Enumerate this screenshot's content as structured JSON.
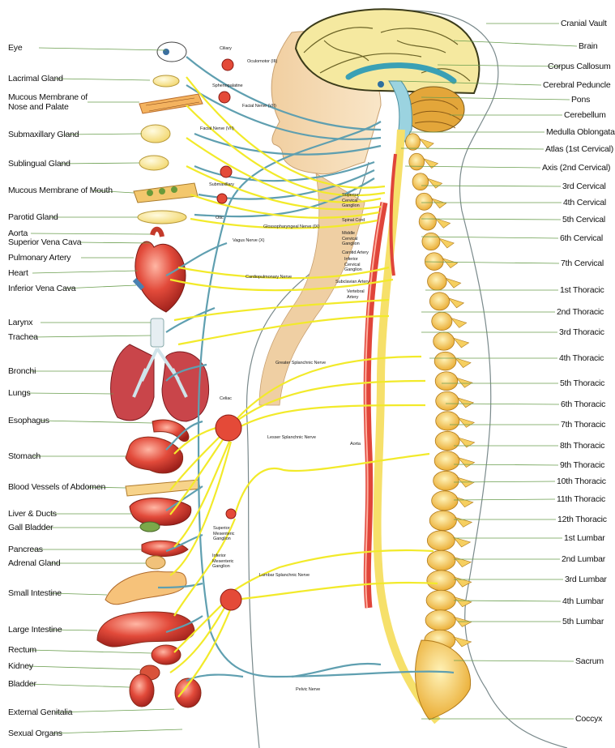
{
  "left_labels": [
    "Eye",
    "Lacrimal Gland",
    "Mucous Membrane of Nose and Palate",
    "Submaxillary Gland",
    "Sublingual Gland",
    "Mucous Membrane of Mouth",
    "Parotid Gland",
    "Aorta",
    "Superior Vena Cava",
    "Pulmonary Artery",
    "Heart",
    "Inferior Vena Cava",
    "Larynx",
    "Trachea",
    "Bronchi",
    "Lungs",
    "Esophagus",
    "Stomach",
    "Blood Vessels of Abdomen",
    "Liver & Ducts",
    "Gall Bladder",
    "Pancreas",
    "Adrenal Gland",
    "Small Intestine",
    "Large Intestine",
    "Rectum",
    "Kidney",
    "Bladder",
    "External Genitalia",
    "Sexual Organs"
  ],
  "right_labels": [
    "Cranial Vault",
    "Brain",
    "Corpus Callosum",
    "Cerebral Peduncle",
    "Pons",
    "Cerebellum",
    "Medulla Oblongata",
    "Atlas (1st Cervical)",
    "Axis (2nd Cervical)",
    "3rd Cervical",
    "4th Cervical",
    "5th Cervical",
    "6th Cervical",
    "7th Cervical",
    "1st Thoracic",
    "2nd Thoracic",
    "3rd Thoracic",
    "4th Thoracic",
    "5th Thoracic",
    "6th Thoracic",
    "7th Thoracic",
    "8th Thoracic",
    "9th Thoracic",
    "10th Thoracic",
    "11th Thoracic",
    "12th Thoracic",
    "1st Lumbar",
    "2nd Lumbar",
    "3rd Lumbar",
    "4th Lumbar",
    "5th Lumbar",
    "Sacrum",
    "Coccyx"
  ],
  "center_labels": [
    "Ciliary",
    "Oculomotor (III)",
    "Sphenopalatine",
    "Facial Nerve (VII)",
    "Facial Nerve (VII)",
    "Submaxillary",
    "Otic",
    "Glossopharyngeal Nerve (IX)",
    "Vagus Nerve (X)",
    "Superior Cervical Ganglion",
    "Spinal Cord",
    "Middle Cervical Ganglion",
    "Carotid Artery",
    "Inferior Cervical Ganglion",
    "Subclavian Artery",
    "Vertebral Artery",
    "Cardiopulmonary Nerve",
    "Greater Splanchnic Nerve",
    "Celiac",
    "Lesser Splanchnic Nerve",
    "Aorta",
    "Superior Mesenteric Ganglion",
    "Inferior Mesenteric Ganglion",
    "Lumbar Splanchnic Nerve",
    "Pelvic Nerve"
  ],
  "colors": {
    "nerve_yellow": "#f2ea2a",
    "nerve_blue": "#5f9fb0",
    "bone": "#f4c24a",
    "bone_light": "#fbe38a",
    "organ_red": "#e2483a",
    "skin": "#f3d6ad",
    "leader_green": "#7fbf5a"
  }
}
